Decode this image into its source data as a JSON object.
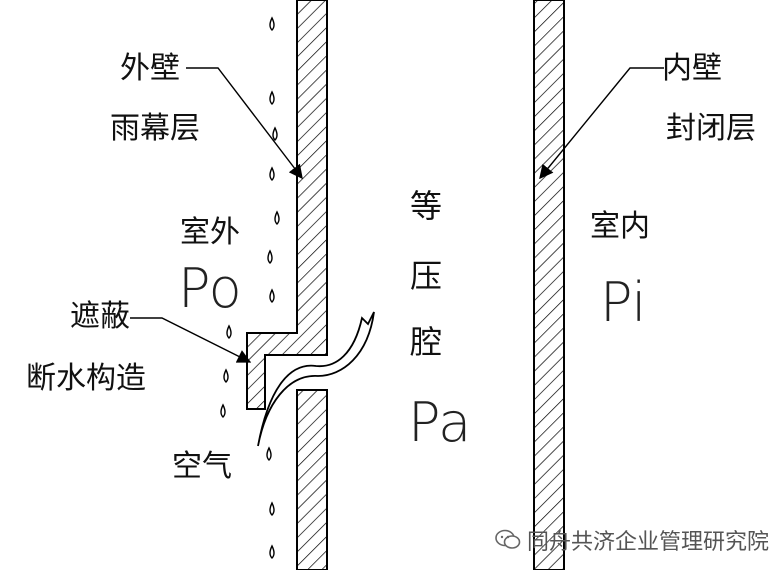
{
  "labels": {
    "outer_wall": "外壁",
    "rainscreen": "雨幕层",
    "outdoor": "室外",
    "po": "Po",
    "shield": "遮蔽",
    "break_water": "断水构造",
    "air": "空气",
    "eq_1": "等",
    "eq_2": "压",
    "eq_3": "腔",
    "pa": "Pa",
    "inner_wall": "内壁",
    "sealing": "封闭层",
    "indoor": "室内",
    "pi": "Pi"
  },
  "watermark": "同舟共济企业管理研究院",
  "icons": {
    "watermark_icon": "wechat-icon"
  },
  "colors": {
    "line": "#000000",
    "text": "#111111"
  }
}
